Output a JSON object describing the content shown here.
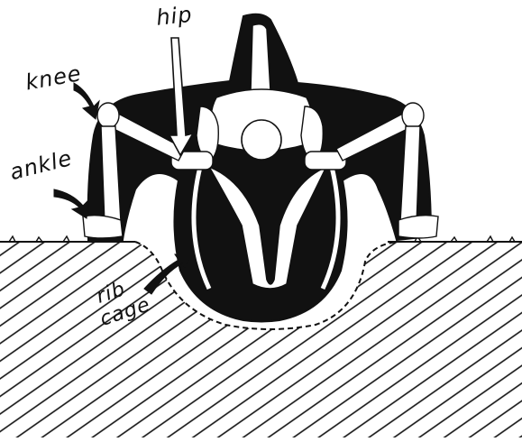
{
  "labels": {
    "hip": "hip",
    "knee": "knee",
    "ankle": "ankle",
    "rib": "rib",
    "cage": "cage"
  },
  "colors": {
    "ink": "#111111",
    "paper": "#ffffff"
  }
}
